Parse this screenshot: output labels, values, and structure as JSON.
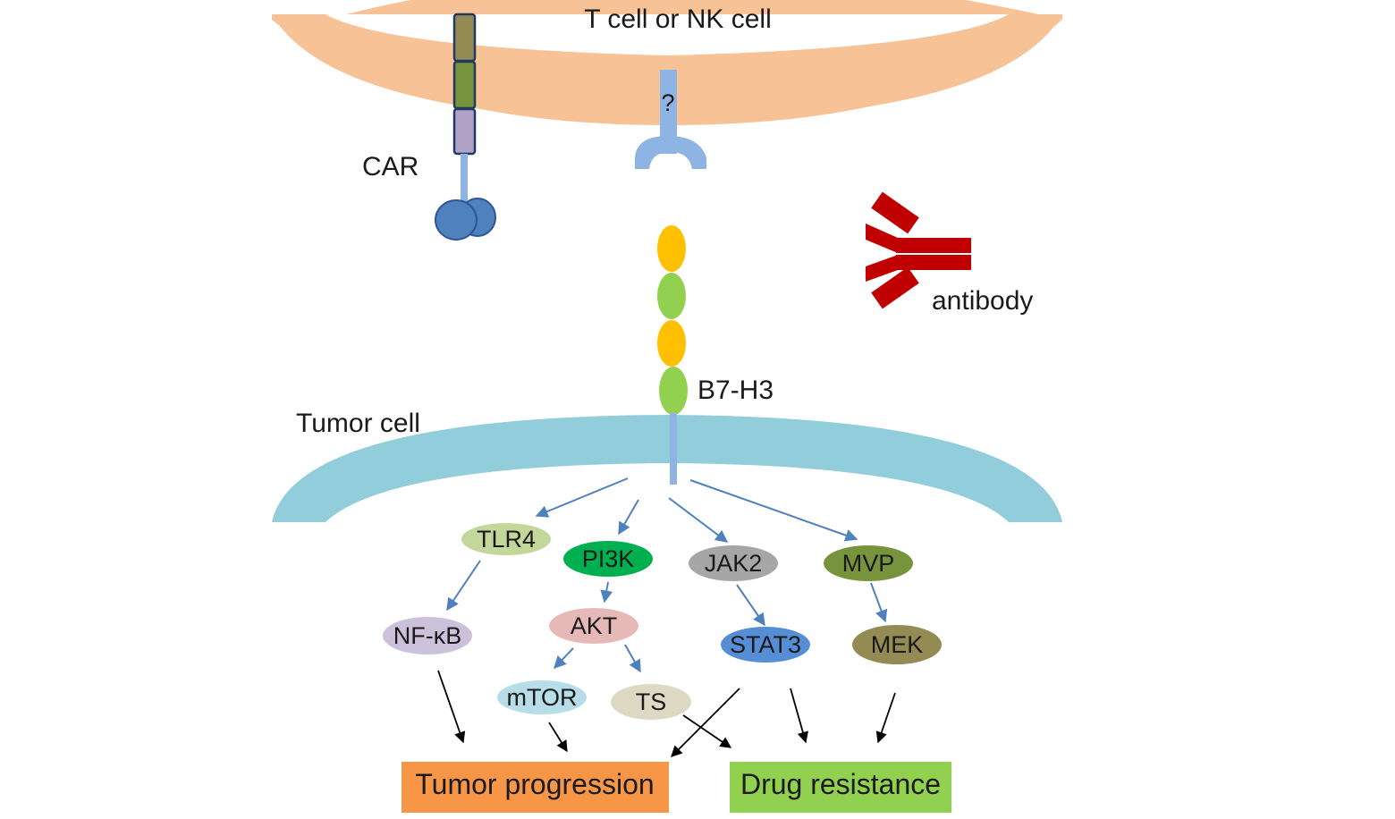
{
  "labels": {
    "effector_cell": "T cell or NK cell",
    "car": "CAR",
    "unknown_receptor": "?",
    "antibody": "antibody",
    "ligand": "B7-H3",
    "tumor_cell": "Tumor cell"
  },
  "nodes": {
    "tlr4": "TLR4",
    "pi3k": "PI3K",
    "jak2": "JAK2",
    "mvp": "MVP",
    "nfkb": "NF-κB",
    "akt": "AKT",
    "stat3": "STAT3",
    "mek": "MEK",
    "mtor": "mTOR",
    "ts": "TS"
  },
  "outcomes": {
    "tumor_progression": "Tumor progression",
    "drug_resistance": "Drug resistance"
  },
  "colors": {
    "effector_membrane": "#f7c295",
    "tumor_membrane": "#92cddc",
    "antibody": "#c00000",
    "car_top": "#948a54",
    "car_mid": "#77933c",
    "car_bottom": "#b3a2c7",
    "car_head": "#4f81bd",
    "receptor": "#8eb4e3",
    "ig_yellow": "#ffc000",
    "ig_green": "#92d050",
    "signal_arrow": "#4f81bd",
    "outcome_arrow": "#000000",
    "tlr4": "#c4d79b",
    "pi3k": "#00b050",
    "jak2": "#a6a6a6",
    "mvp": "#77933c",
    "nfkb": "#ccc1da",
    "akt": "#e6b9b8",
    "stat3": "#558ed5",
    "mek": "#948a54",
    "mtor": "#b7dee8",
    "ts": "#ddd9c3",
    "tumor_progression_box": "#f79646",
    "drug_resistance_box": "#92d050"
  }
}
